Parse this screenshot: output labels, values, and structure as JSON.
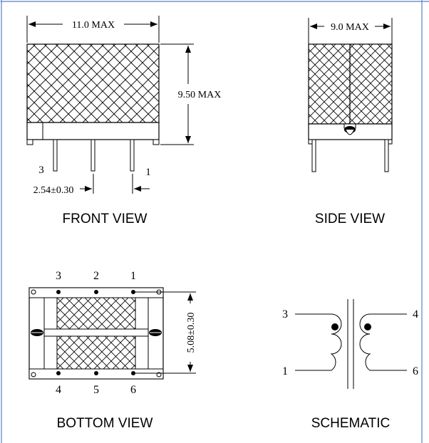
{
  "front_view": {
    "title": "FRONT VIEW",
    "width_dim": "11.0 MAX",
    "height_dim": "9.50 MAX",
    "pitch_dim": "2.54±0.30",
    "pin_left": "3",
    "pin_right": "1"
  },
  "side_view": {
    "title": "SIDE VIEW",
    "width_dim": "9.0 MAX"
  },
  "bottom_view": {
    "title": "BOTTOM VIEW",
    "row_spacing_dim": "5.08±0.30",
    "top_pins": [
      "3",
      "2",
      "1"
    ],
    "bottom_pins": [
      "4",
      "5",
      "6"
    ]
  },
  "schematic": {
    "title": "SCHEMATIC",
    "pin_top_left": "3",
    "pin_bottom_left": "1",
    "pin_top_right": "4",
    "pin_bottom_right": "6"
  },
  "colors": {
    "border": "#5b7fc7",
    "ink": "#000000"
  }
}
